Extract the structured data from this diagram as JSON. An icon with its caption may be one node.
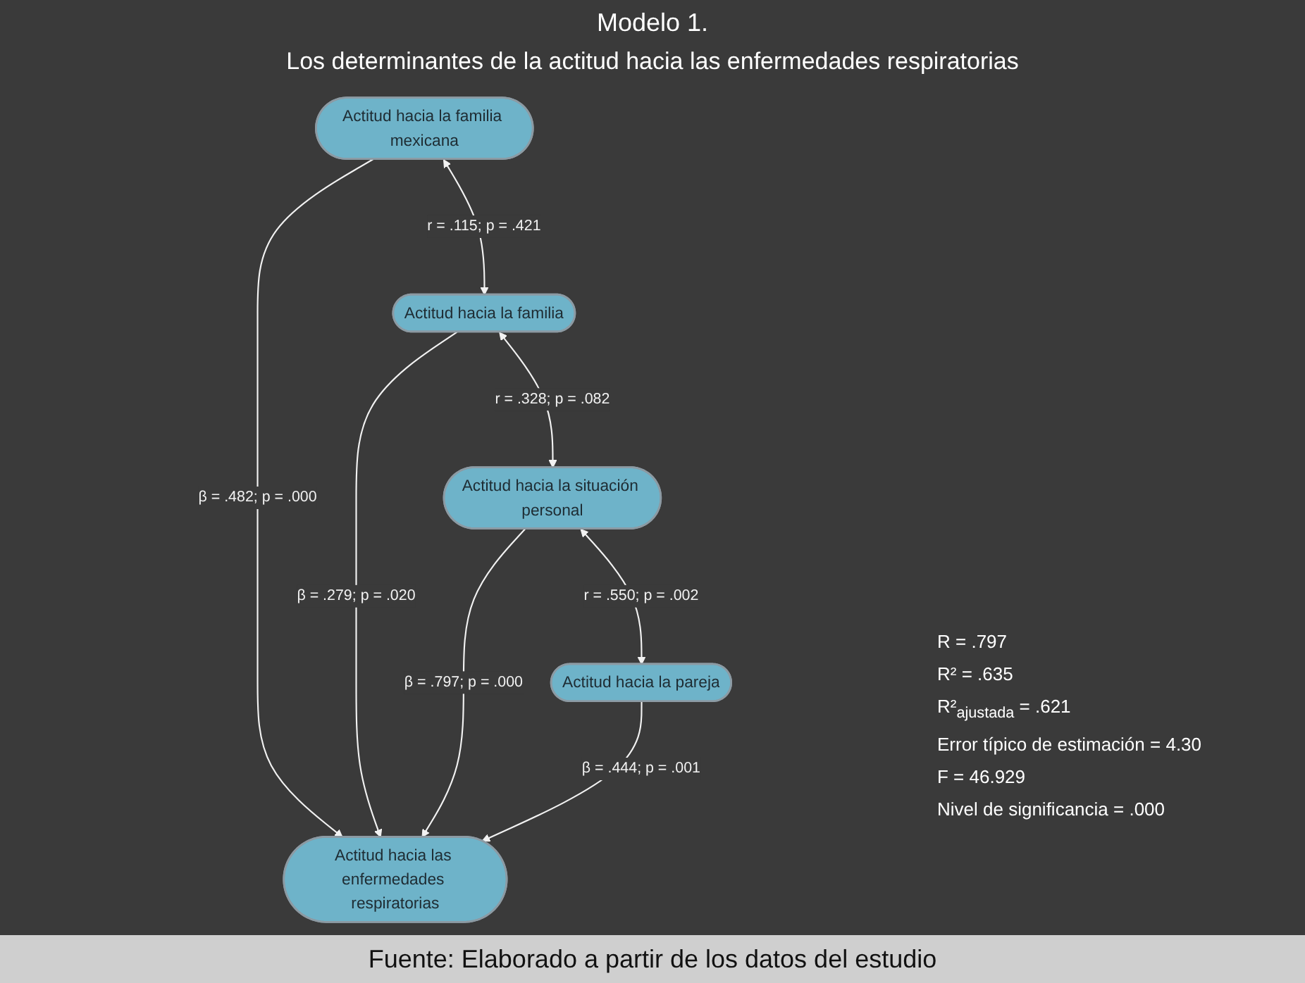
{
  "diagram": {
    "title": "Modelo 1.",
    "caption": "Fuente: Elaborado a partir de los datos del estudio",
    "nodes": [
      {
        "text": [
          "Actitud hacia la familia mexicana"
        ]
      },
      {
        "text": [
          "Actitud hacia la familia"
        ]
      },
      {
        "text": [
          "Actitud hacia la situación personal"
        ]
      },
      {
        "text": [
          "Actitud hacia la pareja"
        ]
      },
      {
        "text": [
          "Actitud hacia las enfermedades respiratorias"
        ]
      }
    ],
    "edges": [
      {
        "from": 0,
        "to": 4,
        "arrow": "to",
        "label": "β = .482; p = .000"
      },
      {
        "from": 1,
        "to": 4,
        "arrow": "to",
        "label": "β = .279; p = .020"
      },
      {
        "from": 2,
        "to": 4,
        "arrow": "to",
        "label": "β = .797; p = .000"
      },
      {
        "from": 3,
        "to": 4,
        "arrow": "to",
        "label": "β = .444; p = .001"
      },
      {
        "from": 0,
        "to": 1,
        "arrow": "both",
        "label": "r = .115; p = .421"
      },
      {
        "from": 1,
        "to": 2,
        "arrow": "both",
        "label": "r = .328; p = .082"
      },
      {
        "from": 2,
        "to": 3,
        "arrow": "both",
        "label": "r = .550; p = .002"
      }
    ],
    "labels": [
      "Los determinantes de la actitud hacia las enfermedades respiratorias",
      "R = .797",
      "R² = .635",
      "R²$_{ajustada}$ = .621",
      "Error típico de estimación = 4.30",
      "F = 46.929",
      "Nivel de significancia = .000"
    ]
  }
}
